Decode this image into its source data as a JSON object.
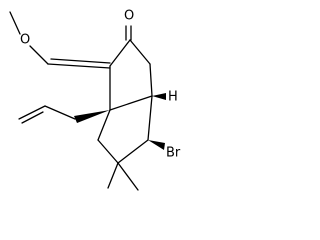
{
  "atoms": {
    "carbonyl_oxygen": "O",
    "ether_oxygen": "O",
    "stereo_hydrogen": "H",
    "bromine": "Br"
  },
  "colors": {
    "background": "#ffffff",
    "ink": "#000000"
  }
}
